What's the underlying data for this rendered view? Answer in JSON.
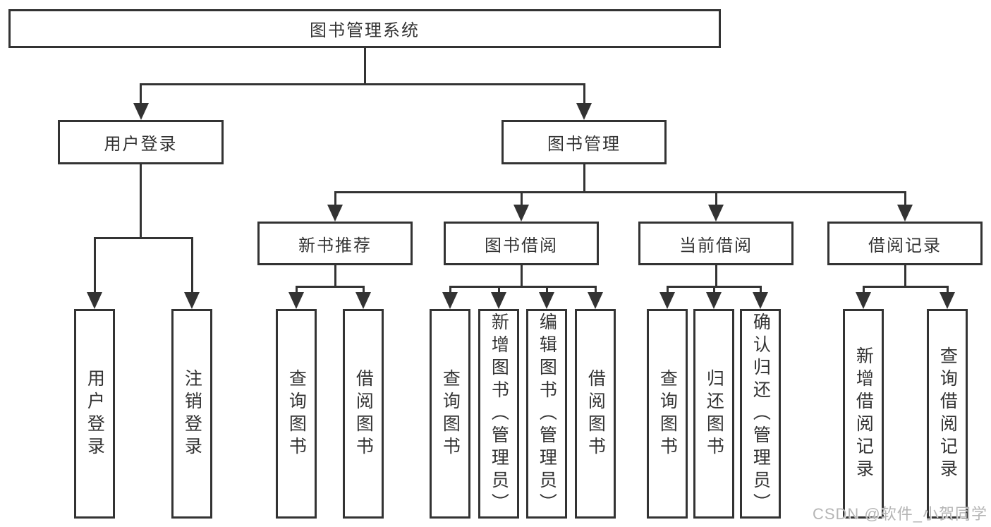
{
  "diagram": {
    "nodes": {
      "root": {
        "label": "图书管理系统"
      },
      "user-login": {
        "label": "用户登录"
      },
      "book-mgmt": {
        "label": "图书管理"
      },
      "new-book-rec": {
        "label": "新书推荐"
      },
      "book-borrow": {
        "label": "图书借阅"
      },
      "current-borrow": {
        "label": "当前借阅"
      },
      "borrow-records": {
        "label": "借阅记录"
      },
      "login": {
        "label": "用户登录"
      },
      "logout": {
        "label": "注销登录"
      },
      "rec-query": {
        "label": "查询图书"
      },
      "rec-borrow": {
        "label": "借阅图书"
      },
      "bb-query": {
        "label": "查询图书"
      },
      "bb-add": {
        "label": "新增图书（管理员）"
      },
      "bb-edit": {
        "label": "编辑图书（管理员）"
      },
      "bb-borrow": {
        "label": "借阅图书"
      },
      "cb-query": {
        "label": "查询图书"
      },
      "cb-return": {
        "label": "归还图书"
      },
      "cb-confirm": {
        "label": "确认归还（管理员）"
      },
      "br-add": {
        "label": "新增借阅记录"
      },
      "br-query": {
        "label": "查询借阅记录"
      }
    },
    "edges": [
      {
        "parent": "root",
        "children": [
          "user-login",
          "book-mgmt"
        ]
      },
      {
        "parent": "user-login",
        "children": [
          "login",
          "logout"
        ]
      },
      {
        "parent": "book-mgmt",
        "children": [
          "new-book-rec",
          "book-borrow",
          "current-borrow",
          "borrow-records"
        ]
      },
      {
        "parent": "new-book-rec",
        "children": [
          "rec-query",
          "rec-borrow"
        ]
      },
      {
        "parent": "book-borrow",
        "children": [
          "bb-query",
          "bb-add",
          "bb-edit",
          "bb-borrow"
        ]
      },
      {
        "parent": "current-borrow",
        "children": [
          "cb-query",
          "cb-return",
          "cb-confirm"
        ]
      },
      {
        "parent": "borrow-records",
        "children": [
          "br-add",
          "br-query"
        ]
      }
    ],
    "watermark": "CSDN @软件_小贺同学"
  },
  "colors": {
    "line": "#333333",
    "text": "#333333",
    "watermark": "#b5b5b5",
    "background": "#ffffff"
  }
}
